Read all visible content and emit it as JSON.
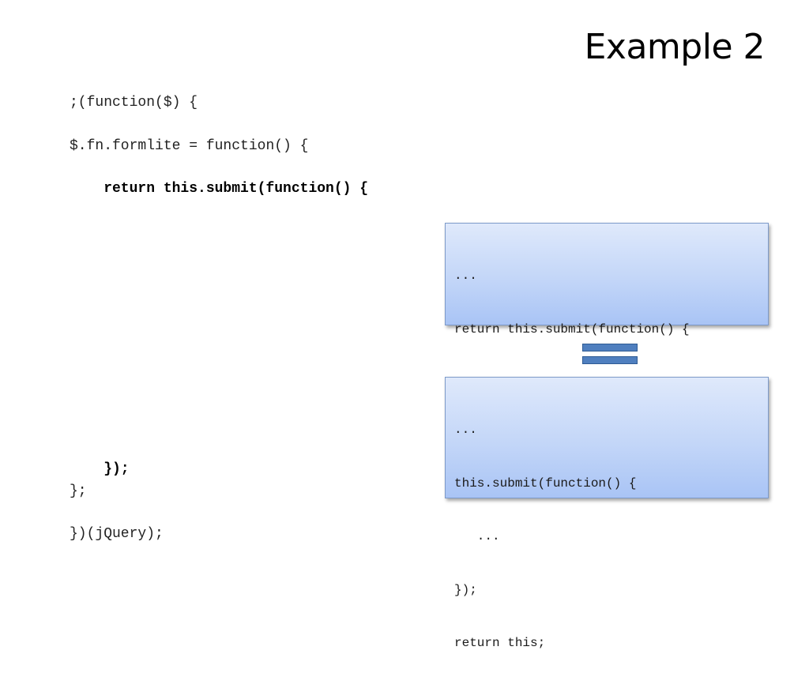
{
  "slide": {
    "title": "Example 2"
  },
  "code": {
    "line1": ";(function($) {",
    "line2": "$.fn.formlite = function() {",
    "line3": "    return this.submit(function() {",
    "line4": "    });",
    "line5": "};",
    "line6": "})(jQuery);"
  },
  "box_top": {
    "lines": [
      "...",
      "return this.submit(function() {",
      "   ...",
      "});"
    ]
  },
  "box_bottom": {
    "lines": [
      "...",
      "this.submit(function() {",
      "   ...",
      "});",
      "return this;"
    ]
  },
  "colors": {
    "box_fill_top": "#dfe9fb",
    "box_fill_bottom": "#a9c4f5",
    "equals_bar": "#4f7fbf"
  }
}
